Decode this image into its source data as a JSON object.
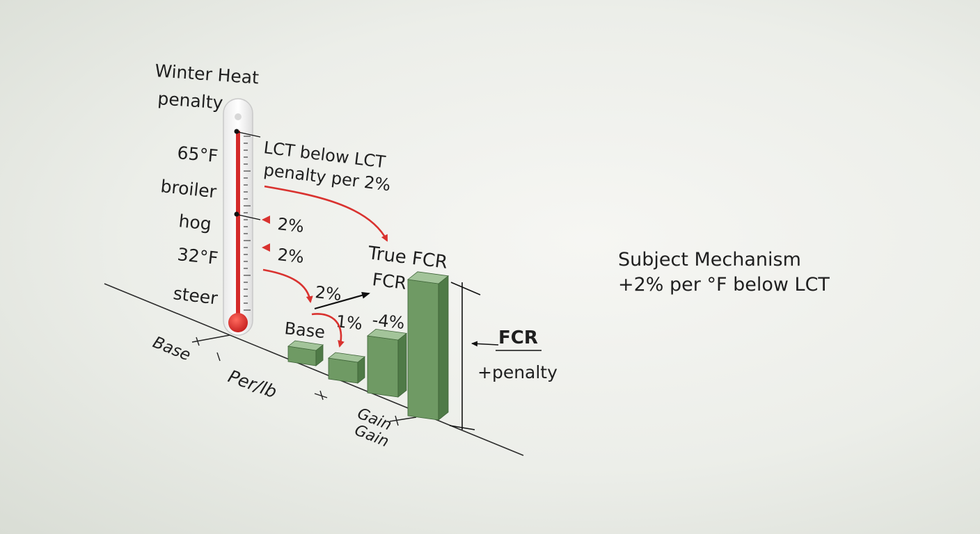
{
  "thermometer": {
    "title_line1": "Winter Heat",
    "title_line2": "penalty",
    "temp_high": "65°F",
    "species_1": "broiler",
    "species_2": "hog",
    "temp_low": "32°F",
    "species_3": "steer"
  },
  "annotations": {
    "lct_line1": "LCT below LCT",
    "lct_line2": "penalty per 2%",
    "marker_1": "2%",
    "marker_2": "2%",
    "mid_pct": "2%",
    "base_label": "Base",
    "bar2_pct": "1%",
    "bar3_pct": "-4%",
    "true_fcr": "True FCR",
    "fcr": "FCR",
    "bracket_fcr": "FCR",
    "bracket_penalty": "+penalty"
  },
  "axis": {
    "base": "Base",
    "per_lb": "Per/lb",
    "gain_1": "Gain",
    "gain_2": "Gain"
  },
  "side": {
    "line1": "Subject Mechanism",
    "line2": "+2% per °F below LCT"
  },
  "colors": {
    "mercury": "#d42a2a",
    "bar_front": "#6f9a64",
    "bar_side": "#4f7a47",
    "bar_top": "#a3c49a",
    "arrow_red": "#d9322f"
  }
}
